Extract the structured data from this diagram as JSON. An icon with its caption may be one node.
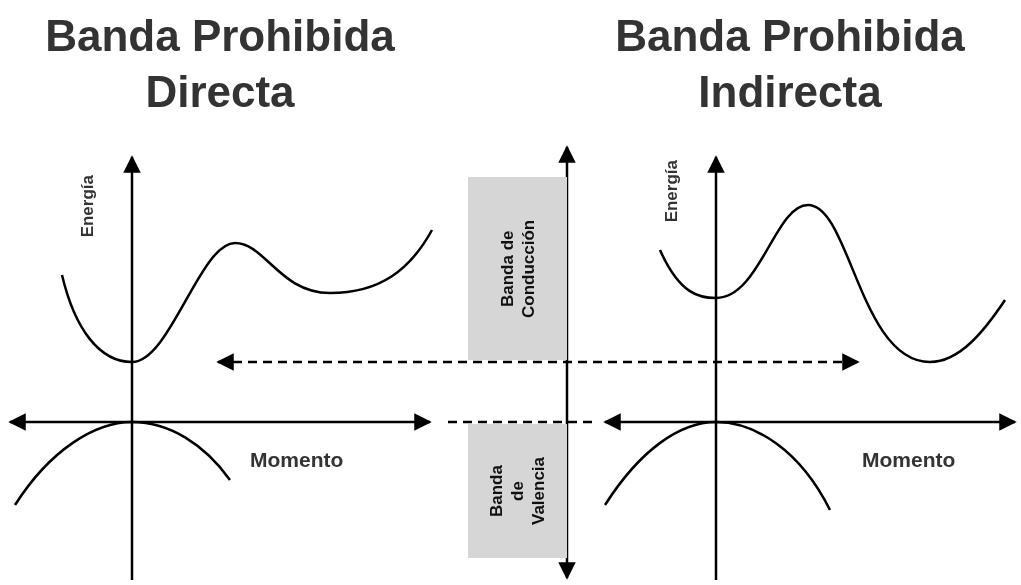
{
  "diagram": {
    "nodes": [
      {
        "text": [
          "Banda de Conducción"
        ]
      },
      {
        "text": [
          "Banda de Valencia"
        ]
      }
    ],
    "labels": [
      "Banda Prohibida Directa",
      "Banda Prohibida Indirecta",
      "Energía",
      "Energía",
      "Momento",
      "Momento"
    ]
  }
}
